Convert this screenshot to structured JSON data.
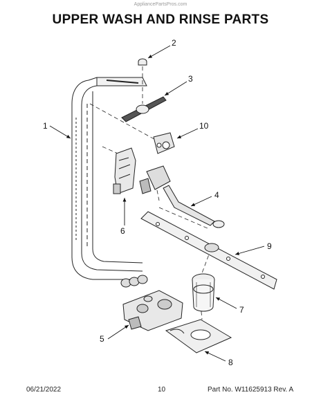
{
  "header": {
    "watermark": "AppliancePartsPros.com",
    "title": "UPPER WASH AND RINSE PARTS"
  },
  "callouts": [
    "1",
    "2",
    "3",
    "4",
    "5",
    "6",
    "7",
    "8",
    "9",
    "10"
  ],
  "footer": {
    "date": "06/21/2022",
    "page": "10",
    "part_number": "Part No. W11625913  Rev. A"
  }
}
